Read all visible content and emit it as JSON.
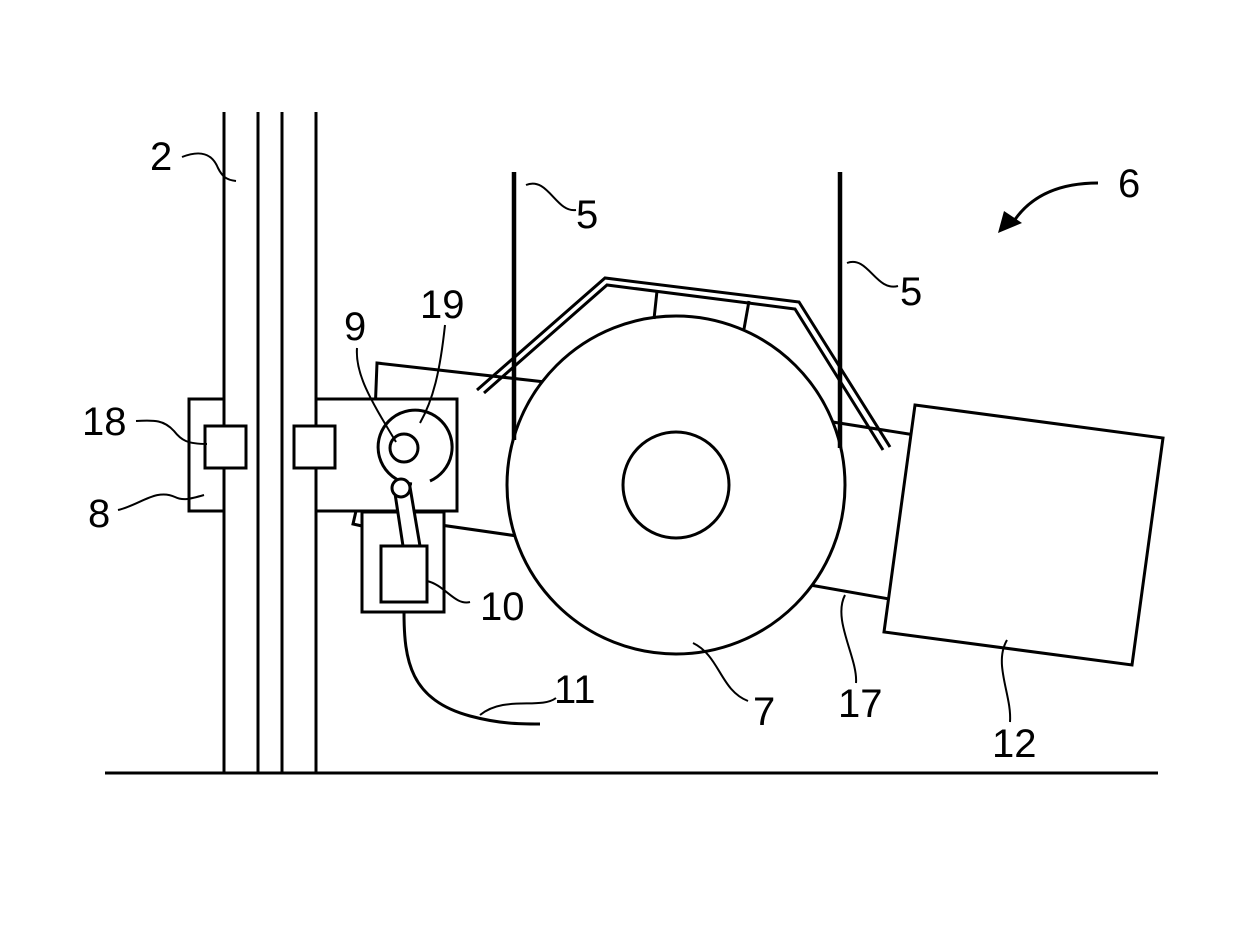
{
  "figure": {
    "labels": {
      "mast": "2",
      "rope_left": "5",
      "rope_right": "5",
      "assembly": "6",
      "drum": "7",
      "carriage": "8",
      "pivot": "9",
      "actuator": "10",
      "cable": "11",
      "box": "12",
      "arm": "17",
      "sensor": "18",
      "disc": "19"
    },
    "colors": {
      "stroke": "#000000",
      "background": "#ffffff"
    }
  }
}
